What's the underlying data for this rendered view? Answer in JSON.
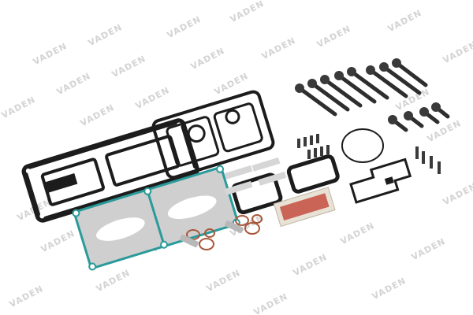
{
  "image": {
    "description": "Air compressor repair kit: gaskets, O-rings, springs, bolts and screws laid out on a white background",
    "watermark_text": "VADEN",
    "colors": {
      "background": "#ffffff",
      "gasket_black": "#1c1c1c",
      "gasket_teal": "#2a9a9a",
      "gasket_silver": "#c8c8c8",
      "oring_copper": "#a8583a",
      "bolt_dark": "#2e2e2e",
      "watermark": "#d4d4d4",
      "label_red": "#c0392b"
    },
    "components": [
      {
        "name": "large-black-gasket-top-center"
      },
      {
        "name": "black-gasket-left"
      },
      {
        "name": "teal-silver-gasket"
      },
      {
        "name": "long-bolts",
        "count": 8
      },
      {
        "name": "short-bolts",
        "count": 4
      },
      {
        "name": "small-screws-center",
        "count": 8
      },
      {
        "name": "small-screws-right",
        "count": 4
      },
      {
        "name": "large-o-ring"
      },
      {
        "name": "small-black-gaskets",
        "count": 2
      },
      {
        "name": "valve-plate-gasket-right"
      },
      {
        "name": "silver-reed-valves",
        "count": 4
      },
      {
        "name": "copper-o-rings",
        "count": 6
      },
      {
        "name": "springs",
        "count": 2
      },
      {
        "name": "sealant-packet"
      }
    ]
  }
}
